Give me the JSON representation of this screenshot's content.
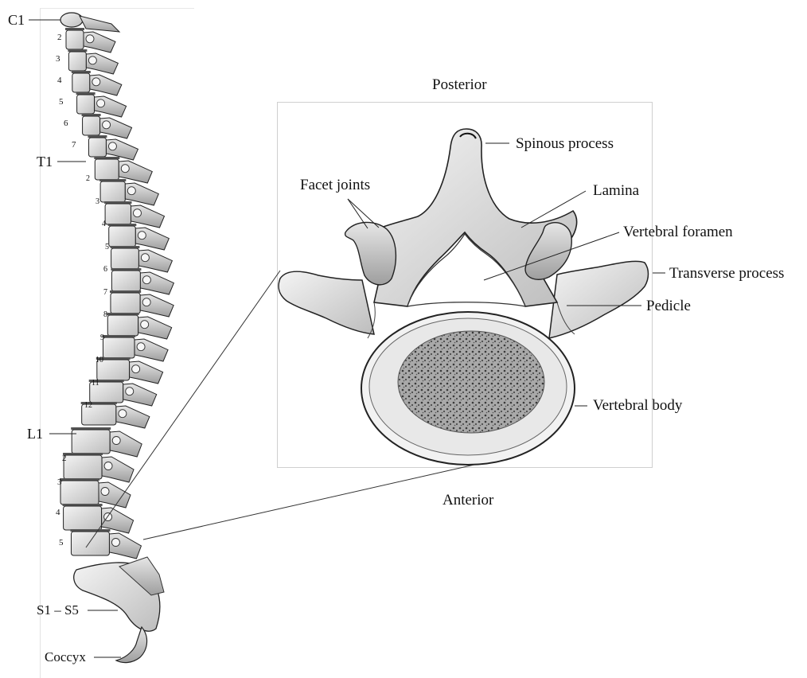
{
  "spine": {
    "regions": {
      "c1": "C1",
      "t1": "T1",
      "l1": "L1",
      "sacrum": "S1 – S5",
      "coccyx": "Coccyx"
    },
    "cervical_numbers": [
      "2",
      "3",
      "4",
      "5",
      "6",
      "7"
    ],
    "thoracic_numbers": [
      "2",
      "3",
      "4",
      "5",
      "6",
      "7",
      "8",
      "9",
      "10",
      "11",
      "12"
    ],
    "lumbar_numbers": [
      "2",
      "3",
      "4",
      "5"
    ]
  },
  "vertebra": {
    "orientation_top": "Posterior",
    "orientation_bottom": "Anterior",
    "labels": {
      "spinous_process": "Spinous process",
      "facet_joints": "Facet joints",
      "lamina": "Lamina",
      "vertebral_foramen": "Vertebral foramen",
      "transverse_process": "Transverse process",
      "pedicle": "Pedicle",
      "vertebral_body": "Vertebral body"
    }
  }
}
